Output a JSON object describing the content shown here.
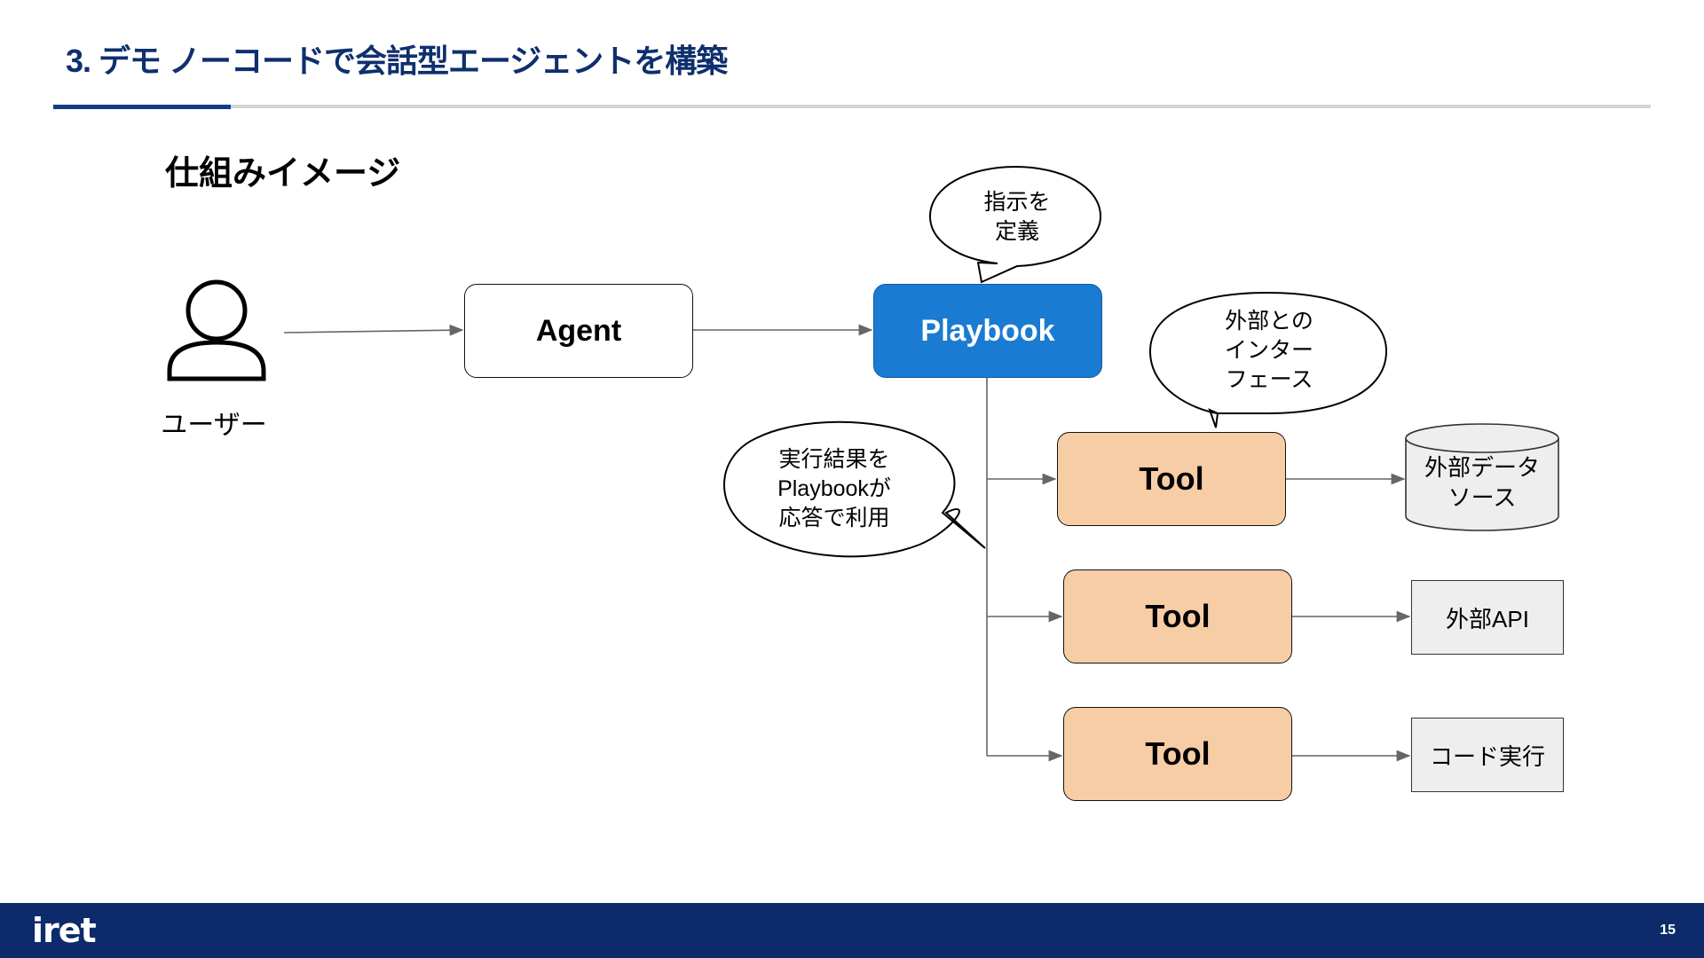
{
  "slide": {
    "title": "3. デモ ノーコードで会話型エージェントを構築",
    "section_title": "仕組みイメージ",
    "page_number": "15",
    "logo_text": "iret"
  },
  "diagram": {
    "user_label": "ユーザー",
    "agent_label": "Agent",
    "playbook_label": "Playbook",
    "tools": [
      "Tool",
      "Tool",
      "Tool"
    ],
    "external_datasource": "外部データソース",
    "external_datasource_lines": [
      "外部データ",
      "ソース"
    ],
    "external_api": "外部API",
    "code_execution": "コード実行",
    "bubble_instructions": [
      "指示を",
      "定義"
    ],
    "bubble_interface": [
      "外部との",
      "インター",
      "フェース"
    ],
    "bubble_results": [
      "実行結果を",
      "Playbookが",
      "応答で利用"
    ]
  },
  "colors": {
    "playbook_fill": "#1a7bd2",
    "tool_fill": "#f7cda6",
    "external_fill": "#eeeeee",
    "title_blue": "#0f2f6d",
    "footer_navy": "#0d2b6b"
  }
}
